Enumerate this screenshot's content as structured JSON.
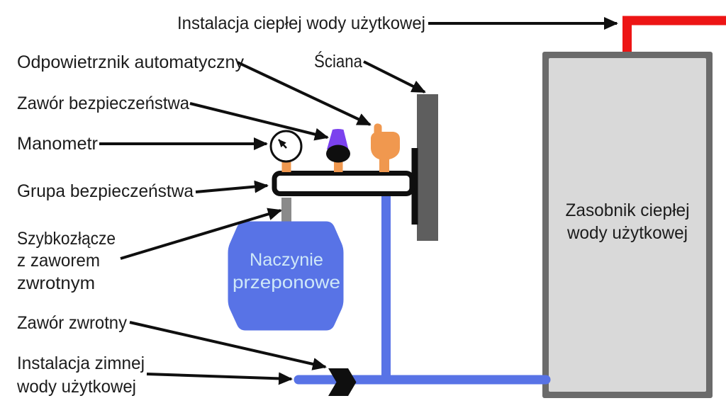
{
  "diagram": {
    "title": "Instalacja ciepłej wody użytkowej",
    "labels": {
      "air_vent": "Odpowietrznik automatyczny",
      "safety_valve": "Zawór bezpieczeństwa",
      "manometer": "Manometr",
      "wall": "Ściana",
      "safety_group": "Grupa bezpieczeństwa",
      "quick_coupler_l1": "Szybkozłącze",
      "quick_coupler_l2": "z zaworem",
      "quick_coupler_l3": "zwrotnym",
      "check_valve": "Zawór zwrotny",
      "cold_water_l1": "Instalacja zimnej",
      "cold_water_l2": "wody użytkowej",
      "vessel_l1": "Naczynie",
      "vessel_l2": "przeponowe",
      "tank_l1": "Zasobnik ciepłej",
      "tank_l2": "wody użytkowej"
    },
    "colors": {
      "hot_pipe": "#ED1515",
      "cold_pipe": "#5873E6",
      "vessel_fill": "#5873E6",
      "vessel_text": "#CEE7F8",
      "component_orange": "#F0984F",
      "valve_purple": "#7B42EE",
      "wall_gray": "#5E5E5E",
      "coupler_gray": "#8A8A8A",
      "tank_border": "#6B6B6B",
      "tank_fill": "#D9D9D9",
      "arrow_black": "#0F0F0F",
      "label_text": "#1C1C1C"
    }
  }
}
